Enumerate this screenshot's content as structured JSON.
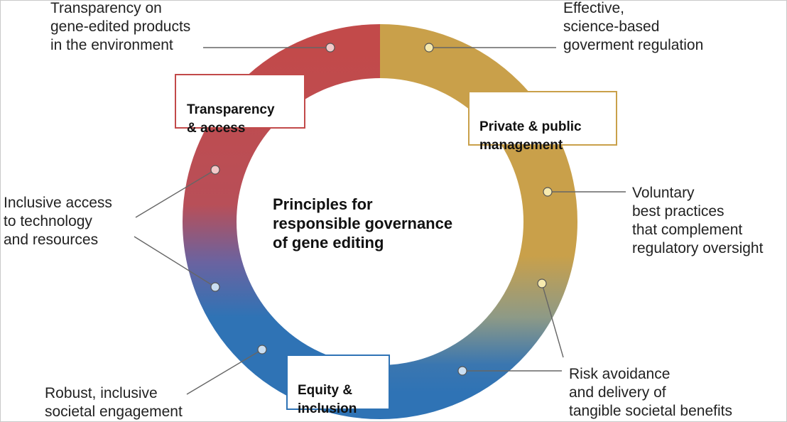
{
  "diagram": {
    "center_title": "Principles for\nresponsible governance\nof gene editing",
    "boxes": [
      {
        "id": "transparency",
        "label": "Transparency\n& access",
        "color": "#c24a4a"
      },
      {
        "id": "private",
        "label": "Private & public\nmanagement",
        "color": "#c9a04a"
      },
      {
        "id": "equity",
        "label": "Equity &\ninclusion",
        "color": "#2f73b5"
      }
    ],
    "labels": [
      {
        "id": "transparency-products",
        "text": "Transparency on\ngene-edited products\nin the environment"
      },
      {
        "id": "inclusive-access",
        "text": "Inclusive access\nto technology\nand resources"
      },
      {
        "id": "robust-engagement",
        "text": "Robust, inclusive\nsocietal engagement"
      },
      {
        "id": "effective-regulation",
        "text": "Effective,\nscience-based\ngoverment regulation"
      },
      {
        "id": "voluntary-practices",
        "text": "Voluntary\nbest practices\nthat complement\nregulatory oversight"
      },
      {
        "id": "risk-avoidance",
        "text": "Risk avoidance\nand delivery of\ntangible societal benefits"
      }
    ],
    "colors": {
      "red": "#c24a4a",
      "gold": "#c9a04a",
      "blue": "#2f73b5"
    }
  }
}
